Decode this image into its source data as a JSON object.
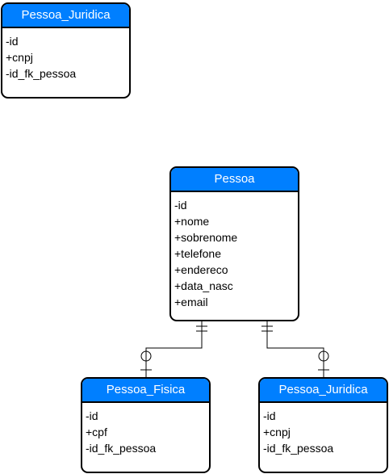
{
  "entities": {
    "pessoa_juridica_top": {
      "title": "Pessoa_Juridica",
      "fields": [
        "-id",
        "+cnpj",
        "-id_fk_pessoa"
      ]
    },
    "pessoa": {
      "title": "Pessoa",
      "fields": [
        "-id",
        "+nome",
        "+sobrenome",
        "+telefone",
        "+endereco",
        "+data_nasc",
        "+email"
      ]
    },
    "pessoa_fisica": {
      "title": "Pessoa_Fisica",
      "fields": [
        "-id",
        "+cpf",
        "-id_fk_pessoa"
      ]
    },
    "pessoa_juridica_bottom": {
      "title": "Pessoa_Juridica",
      "fields": [
        "-id",
        "+cnpj",
        "-id_fk_pessoa"
      ]
    }
  },
  "colors": {
    "header": "#007fff",
    "border": "#000000"
  }
}
